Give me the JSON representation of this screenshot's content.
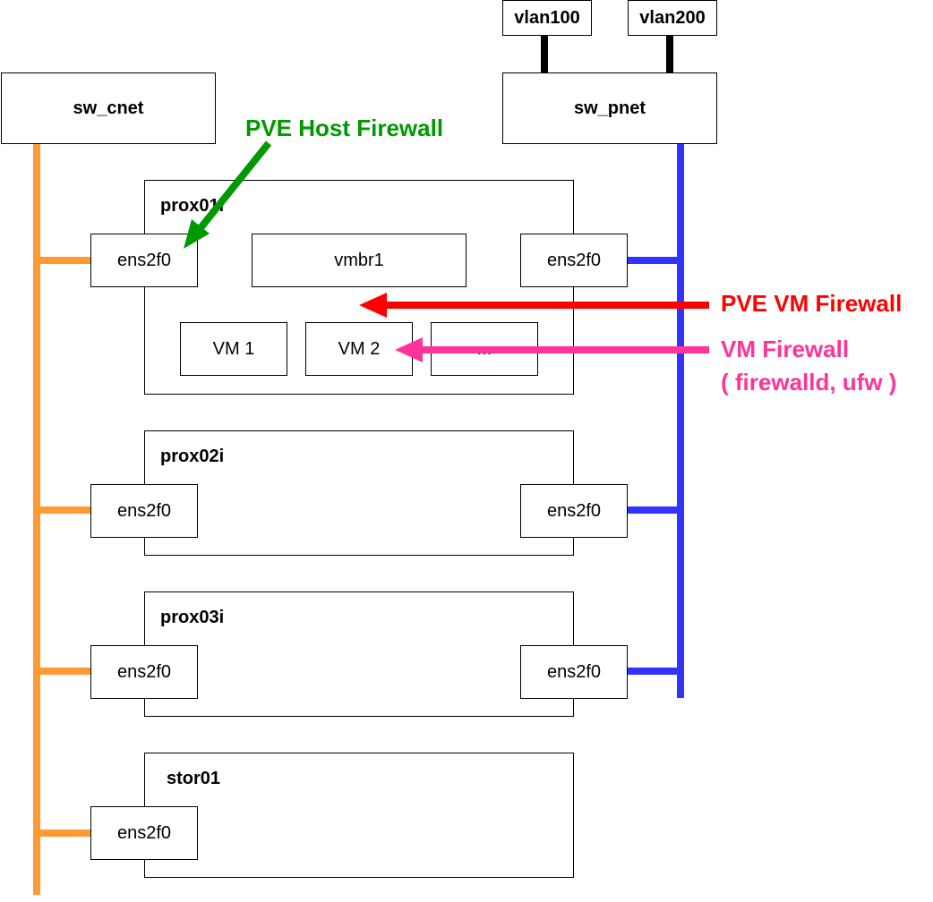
{
  "colors": {
    "cnet": "#ff9933",
    "pnet": "#3333ff",
    "host_fw": "#009900",
    "pve_vm_fw": "#ff0000",
    "vm_fw": "#ff3399"
  },
  "vlans": [
    "vlan100",
    "vlan200"
  ],
  "switches": {
    "cnet": "sw_cnet",
    "pnet": "sw_pnet"
  },
  "hosts": [
    {
      "name": "prox01i",
      "nic_left": "ens2f0",
      "nic_right": "ens2f0"
    },
    {
      "name": "prox02i",
      "nic_left": "ens2f0",
      "nic_right": "ens2f0"
    },
    {
      "name": "prox03i",
      "nic_left": "ens2f0",
      "nic_right": "ens2f0"
    },
    {
      "name": "stor01",
      "nic_left": "ens2f0"
    }
  ],
  "bridge": "vmbr1",
  "vms": [
    "VM 1",
    "VM 2",
    "..."
  ],
  "annotations": {
    "host_firewall": "PVE Host Firewall",
    "pve_vm_firewall": "PVE VM Firewall",
    "vm_firewall_line1": "VM Firewall",
    "vm_firewall_line2": "( firewalld, ufw )"
  }
}
